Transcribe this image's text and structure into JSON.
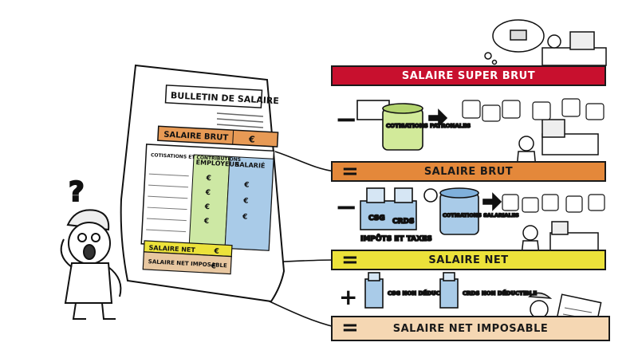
{
  "colors": {
    "super_brut": "#c8102e",
    "brut": "#e4883a",
    "net": "#ece23a",
    "net_imposable": "#f5d7b3",
    "doc_brut": "#e79a55",
    "employeur_col": "#cde8a4",
    "salarie_col": "#a9cbe8",
    "net_box": "#e8c7a0"
  },
  "document": {
    "title": "BULLETIN DE SALAIRE",
    "section_brut": "SALAIRE BRUT",
    "col_cotisations": "COTISATIONS ET CONTRIBUTIONS",
    "col_employeur": "EMPLOYEUR",
    "col_salarie": "SALARIÉ",
    "currency": "€",
    "net_label": "SALAIRE NET",
    "net_imposable_label": "SALAIRE NET IMPOSABLE"
  },
  "bars": {
    "super_brut": "SALAIRE SUPER BRUT",
    "brut": "SALAIRE BRUT",
    "net": "SALAIRE NET",
    "net_imposable": "SALAIRE NET IMPOSABLE"
  },
  "signs": {
    "minus": "−",
    "equals": "=",
    "plus": "+"
  },
  "labels": {
    "cotisations_patronales": "COTISATIONS PATRONALES",
    "csg": "CSG",
    "crds": "CRDS",
    "impots_taxes": "IMPÔTS ET TAXES",
    "cotisations_salariales": "COTISATIONS SALARIALES",
    "csg_non_deductible": "CSG NON DÉDUCTIBLE",
    "crds_non_deductible": "CRDS NON DÉDUCTIBLE"
  },
  "question_mark": "?"
}
